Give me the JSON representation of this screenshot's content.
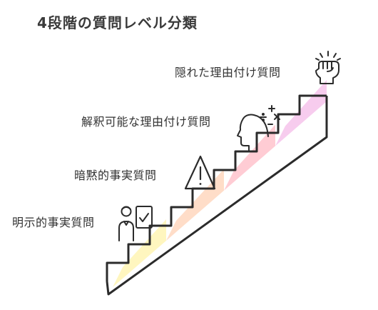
{
  "title": "4段階の質問レベル分類",
  "levels": [
    {
      "label": "明示的事実質問",
      "icon": "person-checklist-icon",
      "color": "#fff5b8"
    },
    {
      "label": "暗黙的事実質問",
      "icon": "warning-icon",
      "color": "#ffd9c2"
    },
    {
      "label": "解釈可能な理由付け質問",
      "icon": "head-thinking-icon",
      "color": "#ffc7cf"
    },
    {
      "label": "隠れた理由付け質問",
      "icon": "fist-bump-icon",
      "color": "#f6c6ec"
    }
  ]
}
